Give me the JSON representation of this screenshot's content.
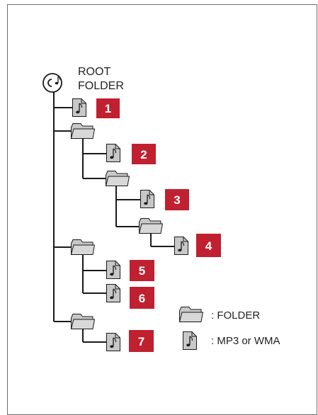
{
  "root": {
    "line1": "ROOT",
    "line2": "FOLDER",
    "icon": "disc-music-icon"
  },
  "tracks": [
    {
      "number": "1",
      "icon": "music-file-icon"
    },
    {
      "number": "2",
      "icon": "music-file-icon"
    },
    {
      "number": "3",
      "icon": "music-file-icon"
    },
    {
      "number": "4",
      "icon": "music-file-icon"
    },
    {
      "number": "5",
      "icon": "music-file-icon"
    },
    {
      "number": "6",
      "icon": "music-file-icon"
    },
    {
      "number": "7",
      "icon": "music-file-icon"
    }
  ],
  "legend": {
    "folder_label": ": FOLDER",
    "file_label": ": MP3 or WMA",
    "folder_icon": "folder-icon",
    "file_icon": "music-file-icon"
  },
  "colors": {
    "badge": "#c0202f",
    "icon_fill": "#c8c8c8",
    "line": "#1a1a1a"
  }
}
